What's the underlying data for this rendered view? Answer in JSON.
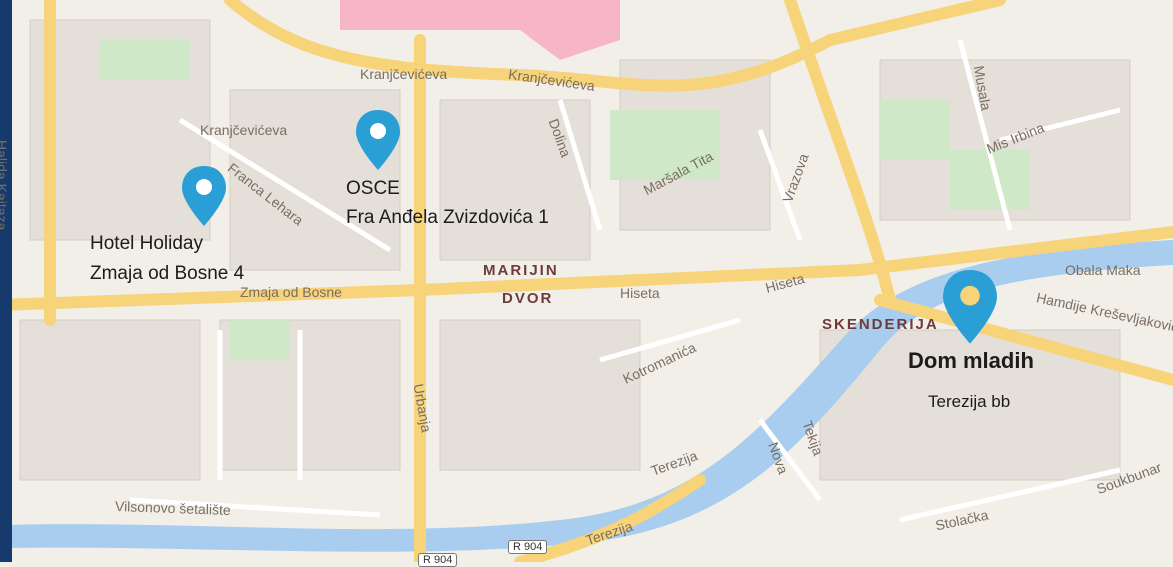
{
  "markers": [
    {
      "name": "Hotel Holiday",
      "address": "Zmaja od Bosne 4"
    },
    {
      "name": "OSCE",
      "address": "Fra Anđela Zvizdovića 1"
    },
    {
      "name": "Dom mladih",
      "address": "Terezija bb"
    }
  ],
  "districts": [
    "MARIJIN",
    "DVOR",
    "SKENDERIJA"
  ],
  "streets": [
    "Kranjčevićeva",
    "Kranjčevićeva",
    "Kranjčevićeva",
    "Halida Kajtaza",
    "Franca Lehara",
    "Zmaja od Bosne",
    "Hiseta",
    "Hiseta",
    "Maršala Tita",
    "Dolina",
    "Vrazova",
    "Musala",
    "Mis Irbina",
    "Obala Maka",
    "Hamdije Kreševljakovića",
    "Kotromanića",
    "Vilsonovo šetalište",
    "Terezija",
    "Terezija",
    "Tekija",
    "Nova",
    "Stolačka",
    "Soukbunar",
    "Urbanja"
  ],
  "road_shields": [
    "R 904",
    "R 904"
  ],
  "colors": {
    "marker": "#2a9fd6",
    "river": "#a9cdee",
    "road": "#f7d37a",
    "park": "#cfe8c7",
    "highlight": "#f7b6c8"
  }
}
